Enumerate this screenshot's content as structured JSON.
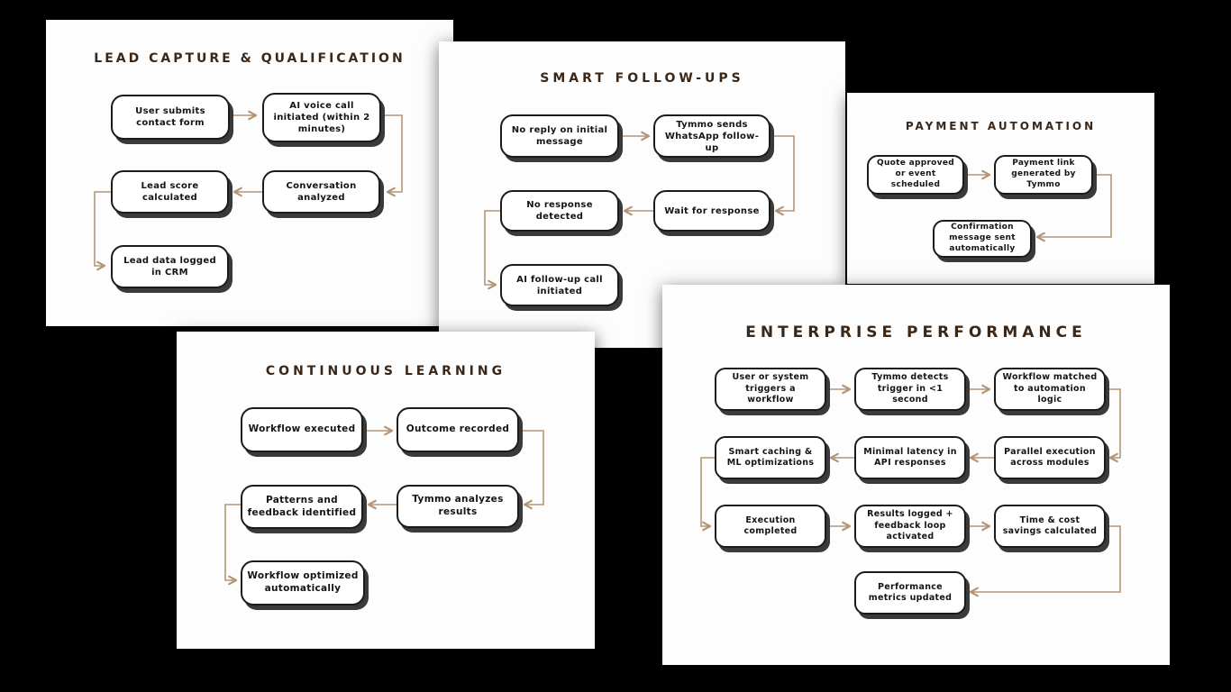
{
  "background_color": "#000000",
  "palette": {
    "card_background": "#fdfdfd",
    "title_color": "#3a2718",
    "node_border_color": "#1b1b1b",
    "node_shadow_color": "#3a3a3a",
    "connector_color": "#b49577",
    "node_text_color": "#141414"
  },
  "cards": [
    {
      "id": "lead-capture",
      "title": "LEAD CAPTURE & QUALIFICATION",
      "nodes": [
        "User submits contact form",
        "AI voice call initiated (within 2 minutes)",
        "Lead score calculated",
        "Conversation analyzed",
        "Lead data logged in CRM"
      ],
      "edges": [
        [
          0,
          1
        ],
        [
          1,
          3
        ],
        [
          3,
          2
        ],
        [
          2,
          4
        ]
      ]
    },
    {
      "id": "smart-follow-ups",
      "title": "SMART FOLLOW-UPS",
      "nodes": [
        "No reply on initial message",
        "Tymmo sends WhatsApp follow-up",
        "No response detected",
        "Wait for response",
        "AI follow-up call initiated"
      ],
      "edges": [
        [
          0,
          1
        ],
        [
          1,
          3
        ],
        [
          3,
          2
        ],
        [
          2,
          4
        ]
      ]
    },
    {
      "id": "payment-automation",
      "title": "PAYMENT AUTOMATION",
      "nodes": [
        "Quote approved or event scheduled",
        "Payment link generated by Tymmo",
        "Confirmation message sent automatically"
      ],
      "edges": [
        [
          0,
          1
        ],
        [
          1,
          2
        ]
      ]
    },
    {
      "id": "continuous-learning",
      "title": "CONTINUOUS LEARNING",
      "nodes": [
        "Workflow executed",
        "Outcome recorded",
        "Patterns and feedback identified",
        "Tymmo analyzes results",
        "Workflow optimized automatically"
      ],
      "edges": [
        [
          0,
          1
        ],
        [
          1,
          3
        ],
        [
          3,
          2
        ],
        [
          2,
          4
        ]
      ]
    },
    {
      "id": "enterprise-performance",
      "title": "ENTERPRISE PERFORMANCE",
      "nodes": [
        "User or system triggers a workflow",
        "Tymmo detects trigger in <1 second",
        "Workflow matched to automation logic",
        "Smart caching & ML optimizations",
        "Minimal latency in API responses",
        "Parallel execution across modules",
        "Execution completed",
        "Results logged + feedback loop activated",
        "Time & cost savings calculated",
        "Performance metrics updated"
      ],
      "edges": [
        [
          0,
          1
        ],
        [
          1,
          2
        ],
        [
          2,
          5
        ],
        [
          5,
          4
        ],
        [
          4,
          3
        ],
        [
          3,
          6
        ],
        [
          6,
          7
        ],
        [
          7,
          8
        ],
        [
          8,
          9
        ]
      ]
    }
  ]
}
